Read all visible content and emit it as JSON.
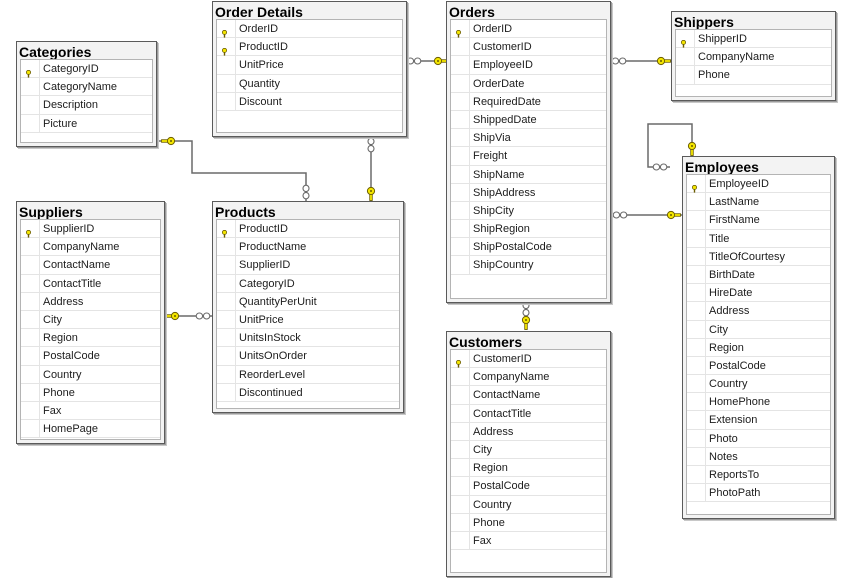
{
  "icons": {
    "primary_key": "key-icon",
    "relationship_one": "key-icon",
    "relationship_many": "infinity-icon"
  },
  "colors": {
    "key_fill": "#f4e600",
    "key_stroke": "#6b5d00",
    "line": "#707070"
  },
  "tables": [
    {
      "id": "order-details",
      "title": "Order Details",
      "columns": [
        {
          "name": "OrderID",
          "pk": true
        },
        {
          "name": "ProductID",
          "pk": true
        },
        {
          "name": "UnitPrice",
          "pk": false
        },
        {
          "name": "Quantity",
          "pk": false
        },
        {
          "name": "Discount",
          "pk": false
        }
      ]
    },
    {
      "id": "orders",
      "title": "Orders",
      "columns": [
        {
          "name": "OrderID",
          "pk": true
        },
        {
          "name": "CustomerID",
          "pk": false
        },
        {
          "name": "EmployeeID",
          "pk": false
        },
        {
          "name": "OrderDate",
          "pk": false
        },
        {
          "name": "RequiredDate",
          "pk": false
        },
        {
          "name": "ShippedDate",
          "pk": false
        },
        {
          "name": "ShipVia",
          "pk": false
        },
        {
          "name": "Freight",
          "pk": false
        },
        {
          "name": "ShipName",
          "pk": false
        },
        {
          "name": "ShipAddress",
          "pk": false
        },
        {
          "name": "ShipCity",
          "pk": false
        },
        {
          "name": "ShipRegion",
          "pk": false
        },
        {
          "name": "ShipPostalCode",
          "pk": false
        },
        {
          "name": "ShipCountry",
          "pk": false
        }
      ]
    },
    {
      "id": "shippers",
      "title": "Shippers",
      "columns": [
        {
          "name": "ShipperID",
          "pk": true
        },
        {
          "name": "CompanyName",
          "pk": false
        },
        {
          "name": "Phone",
          "pk": false
        }
      ]
    },
    {
      "id": "categories",
      "title": "Categories",
      "columns": [
        {
          "name": "CategoryID",
          "pk": true
        },
        {
          "name": "CategoryName",
          "pk": false
        },
        {
          "name": "Description",
          "pk": false
        },
        {
          "name": "Picture",
          "pk": false
        }
      ]
    },
    {
      "id": "employees",
      "title": "Employees",
      "columns": [
        {
          "name": "EmployeeID",
          "pk": true
        },
        {
          "name": "LastName",
          "pk": false
        },
        {
          "name": "FirstName",
          "pk": false
        },
        {
          "name": "Title",
          "pk": false
        },
        {
          "name": "TitleOfCourtesy",
          "pk": false
        },
        {
          "name": "BirthDate",
          "pk": false
        },
        {
          "name": "HireDate",
          "pk": false
        },
        {
          "name": "Address",
          "pk": false
        },
        {
          "name": "City",
          "pk": false
        },
        {
          "name": "Region",
          "pk": false
        },
        {
          "name": "PostalCode",
          "pk": false
        },
        {
          "name": "Country",
          "pk": false
        },
        {
          "name": "HomePhone",
          "pk": false
        },
        {
          "name": "Extension",
          "pk": false
        },
        {
          "name": "Photo",
          "pk": false
        },
        {
          "name": "Notes",
          "pk": false
        },
        {
          "name": "ReportsTo",
          "pk": false
        },
        {
          "name": "PhotoPath",
          "pk": false
        }
      ]
    },
    {
      "id": "suppliers",
      "title": "Suppliers",
      "columns": [
        {
          "name": "SupplierID",
          "pk": true
        },
        {
          "name": "CompanyName",
          "pk": false
        },
        {
          "name": "ContactName",
          "pk": false
        },
        {
          "name": "ContactTitle",
          "pk": false
        },
        {
          "name": "Address",
          "pk": false
        },
        {
          "name": "City",
          "pk": false
        },
        {
          "name": "Region",
          "pk": false
        },
        {
          "name": "PostalCode",
          "pk": false
        },
        {
          "name": "Country",
          "pk": false
        },
        {
          "name": "Phone",
          "pk": false
        },
        {
          "name": "Fax",
          "pk": false
        },
        {
          "name": "HomePage",
          "pk": false
        }
      ]
    },
    {
      "id": "products",
      "title": "Products",
      "columns": [
        {
          "name": "ProductID",
          "pk": true
        },
        {
          "name": "ProductName",
          "pk": false
        },
        {
          "name": "SupplierID",
          "pk": false
        },
        {
          "name": "CategoryID",
          "pk": false
        },
        {
          "name": "QuantityPerUnit",
          "pk": false
        },
        {
          "name": "UnitPrice",
          "pk": false
        },
        {
          "name": "UnitsInStock",
          "pk": false
        },
        {
          "name": "UnitsOnOrder",
          "pk": false
        },
        {
          "name": "ReorderLevel",
          "pk": false
        },
        {
          "name": "Discontinued",
          "pk": false
        }
      ]
    },
    {
      "id": "customers",
      "title": "Customers",
      "columns": [
        {
          "name": "CustomerID",
          "pk": true
        },
        {
          "name": "CompanyName",
          "pk": false
        },
        {
          "name": "ContactName",
          "pk": false
        },
        {
          "name": "ContactTitle",
          "pk": false
        },
        {
          "name": "Address",
          "pk": false
        },
        {
          "name": "City",
          "pk": false
        },
        {
          "name": "Region",
          "pk": false
        },
        {
          "name": "PostalCode",
          "pk": false
        },
        {
          "name": "Country",
          "pk": false
        },
        {
          "name": "Phone",
          "pk": false
        },
        {
          "name": "Fax",
          "pk": false
        }
      ]
    }
  ],
  "relationships": [
    {
      "id": "orders-orderdetails",
      "one": "orders",
      "many": "order-details"
    },
    {
      "id": "products-orderdetails",
      "one": "products",
      "many": "order-details"
    },
    {
      "id": "shippers-orders",
      "one": "shippers",
      "many": "orders"
    },
    {
      "id": "employees-orders",
      "one": "employees",
      "many": "orders"
    },
    {
      "id": "customers-orders",
      "one": "customers",
      "many": "orders"
    },
    {
      "id": "categories-products",
      "one": "categories",
      "many": "products"
    },
    {
      "id": "suppliers-products",
      "one": "suppliers",
      "many": "products"
    },
    {
      "id": "employees-reportsto",
      "one": "employees",
      "many": "employees"
    }
  ]
}
